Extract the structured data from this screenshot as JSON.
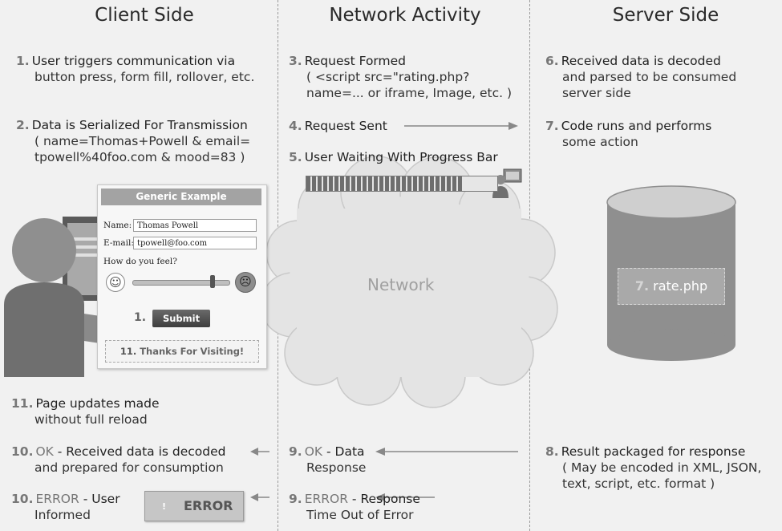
{
  "columns": {
    "client_title": "Client Side",
    "network_title": "Network Activity",
    "server_title": "Server Side"
  },
  "client": {
    "step1": {
      "num": "1.",
      "line1": "User triggers communication via",
      "line2": "button press, form fill, rollover, etc."
    },
    "step2": {
      "num": "2.",
      "line1": "Data is Serialized For Transmission",
      "line2": "( name=Thomas+Powell & email=",
      "line3": "tpowell%40foo.com & mood=83 )"
    },
    "step11": {
      "num": "11.",
      "line1": "Page updates made",
      "line2": "without full reload"
    },
    "step10_ok": {
      "num": "10.",
      "status": "OK",
      "dash": " - ",
      "line1": "Received data is decoded",
      "line2": "and prepared for consumption"
    },
    "step10_error": {
      "num": "10.",
      "status": "ERROR",
      "dash": " - ",
      "line1": "User",
      "line2": "Informed"
    },
    "error_box_label": "ERROR",
    "error_icon_glyph": "!"
  },
  "form": {
    "header": "Generic Example",
    "name_label": "Name:",
    "name_value": "Thomas Powell",
    "email_label": "E-mail:",
    "email_value": "tpowell@foo.com",
    "question": "How do you feel?",
    "mood_value": 83,
    "submit_num": "1.",
    "submit_label": "Submit",
    "thanks_num": "11.",
    "thanks_label": "Thanks For Visiting!"
  },
  "network": {
    "step3": {
      "num": "3.",
      "line1": "Request Formed",
      "line2": "( <script src=\"rating.php?",
      "line3": "name=... or iframe, Image, etc. )"
    },
    "step4": {
      "num": "4.",
      "line1": "Request Sent"
    },
    "step5": {
      "num": "5.",
      "line1": "User Waiting With Progress Bar"
    },
    "progress_fraction": 0.82,
    "cloud_label": "Network",
    "step9_ok": {
      "num": "9.",
      "status": "OK",
      "dash": " - ",
      "line1": "Data",
      "line2": "Response"
    },
    "step9_error": {
      "num": "9.",
      "status": "ERROR",
      "dash": " - ",
      "line1": "Response",
      "line2": "Time Out of Error"
    }
  },
  "server": {
    "step6": {
      "num": "6.",
      "line1": "Received data is decoded",
      "line2": "and parsed to be consumed",
      "line3": "server side"
    },
    "step7": {
      "num": "7.",
      "line1": "Code runs and performs",
      "line2": "some action"
    },
    "db_num": "7.",
    "db_label": "rate.php",
    "step8": {
      "num": "8.",
      "line1": "Result packaged for response",
      "line2": "( May be encoded in XML, JSON,",
      "line3": "text, script, etc. format )"
    }
  },
  "colors": {
    "background": "#f1f1f1",
    "accent_gray": "#777777",
    "cloud": "#e4e4e4",
    "database": "#8f8f8f"
  }
}
